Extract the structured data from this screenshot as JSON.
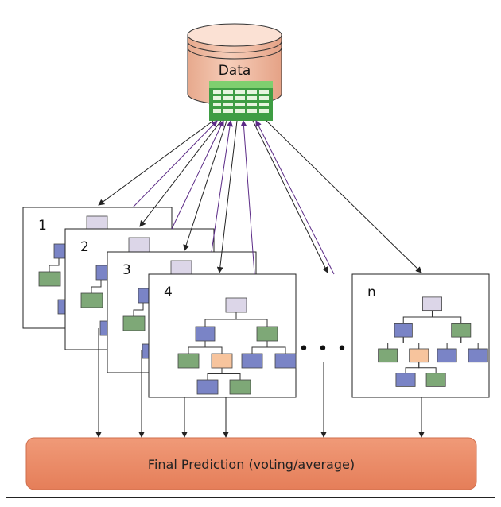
{
  "diagram": {
    "database_label": "Data",
    "tree_labels": [
      "1",
      "2",
      "3",
      "4",
      "n"
    ],
    "ellipsis": "• • •",
    "final_label": "Final Prediction (voting/average)"
  },
  "colors": {
    "frame": "#222222",
    "db_fill": "#f3c3ad",
    "db_top": "#fbe1d4",
    "table_green": "#4caf50",
    "node_root": "#dcd6e8",
    "node_blue": "#7a84c6",
    "node_green": "#7ea877",
    "node_orange": "#f7c49d",
    "arrow_down": "#222222",
    "arrow_up": "#5b2a86",
    "final_fill": "#ec8c68",
    "final_stroke": "#cf6d4b"
  }
}
